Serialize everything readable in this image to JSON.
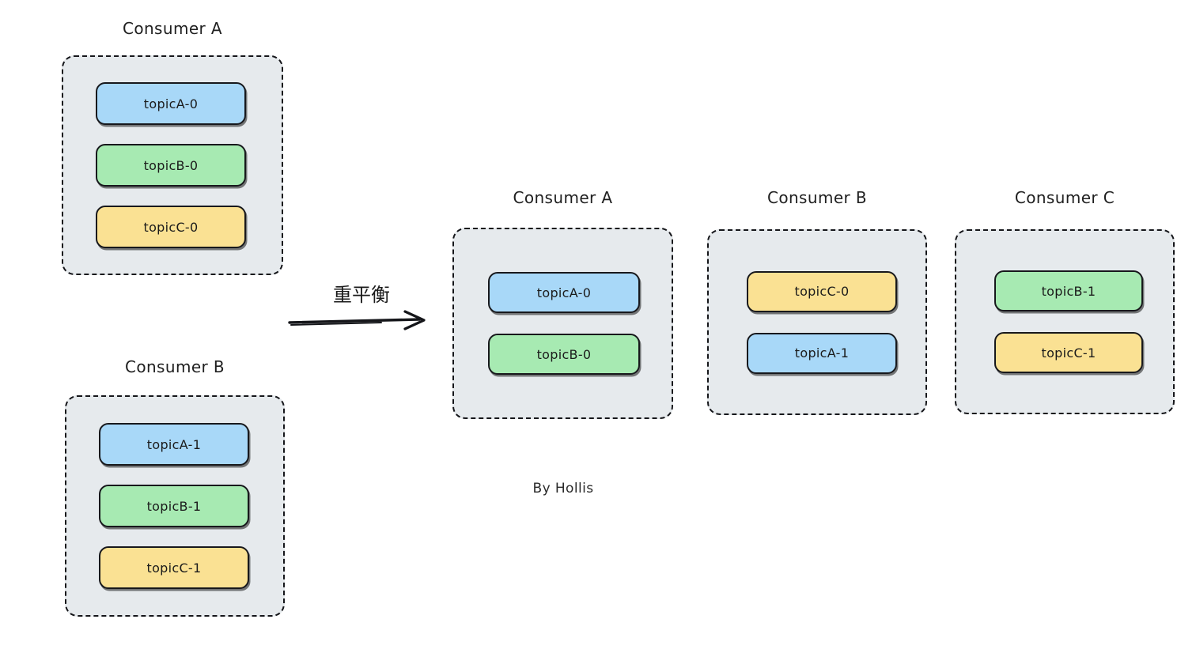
{
  "diagram": {
    "credit": "By Hollis",
    "transition_label": "重平衡",
    "palette": {
      "topicA": "#a8d8f8",
      "topicB": "#a7eab2",
      "topicC": "#fae193",
      "group_background": "#e6eaed",
      "stroke": "#17181c",
      "canvas": "#ffffff"
    }
  },
  "before": {
    "groups": [
      {
        "title": "Consumer A",
        "partitions": [
          {
            "label": "topicA-0",
            "topic": "topicA"
          },
          {
            "label": "topicB-0",
            "topic": "topicB"
          },
          {
            "label": "topicC-0",
            "topic": "topicC"
          }
        ]
      },
      {
        "title": "Consumer B",
        "partitions": [
          {
            "label": "topicA-1",
            "topic": "topicA"
          },
          {
            "label": "topicB-1",
            "topic": "topicB"
          },
          {
            "label": "topicC-1",
            "topic": "topicC"
          }
        ]
      }
    ]
  },
  "after": {
    "groups": [
      {
        "title": "Consumer A",
        "partitions": [
          {
            "label": "topicA-0",
            "topic": "topicA"
          },
          {
            "label": "topicB-0",
            "topic": "topicB"
          }
        ]
      },
      {
        "title": "Consumer B",
        "partitions": [
          {
            "label": "topicC-0",
            "topic": "topicC"
          },
          {
            "label": "topicA-1",
            "topic": "topicA"
          }
        ]
      },
      {
        "title": "Consumer C",
        "partitions": [
          {
            "label": "topicB-1",
            "topic": "topicB"
          },
          {
            "label": "topicC-1",
            "topic": "topicC"
          }
        ]
      }
    ]
  }
}
